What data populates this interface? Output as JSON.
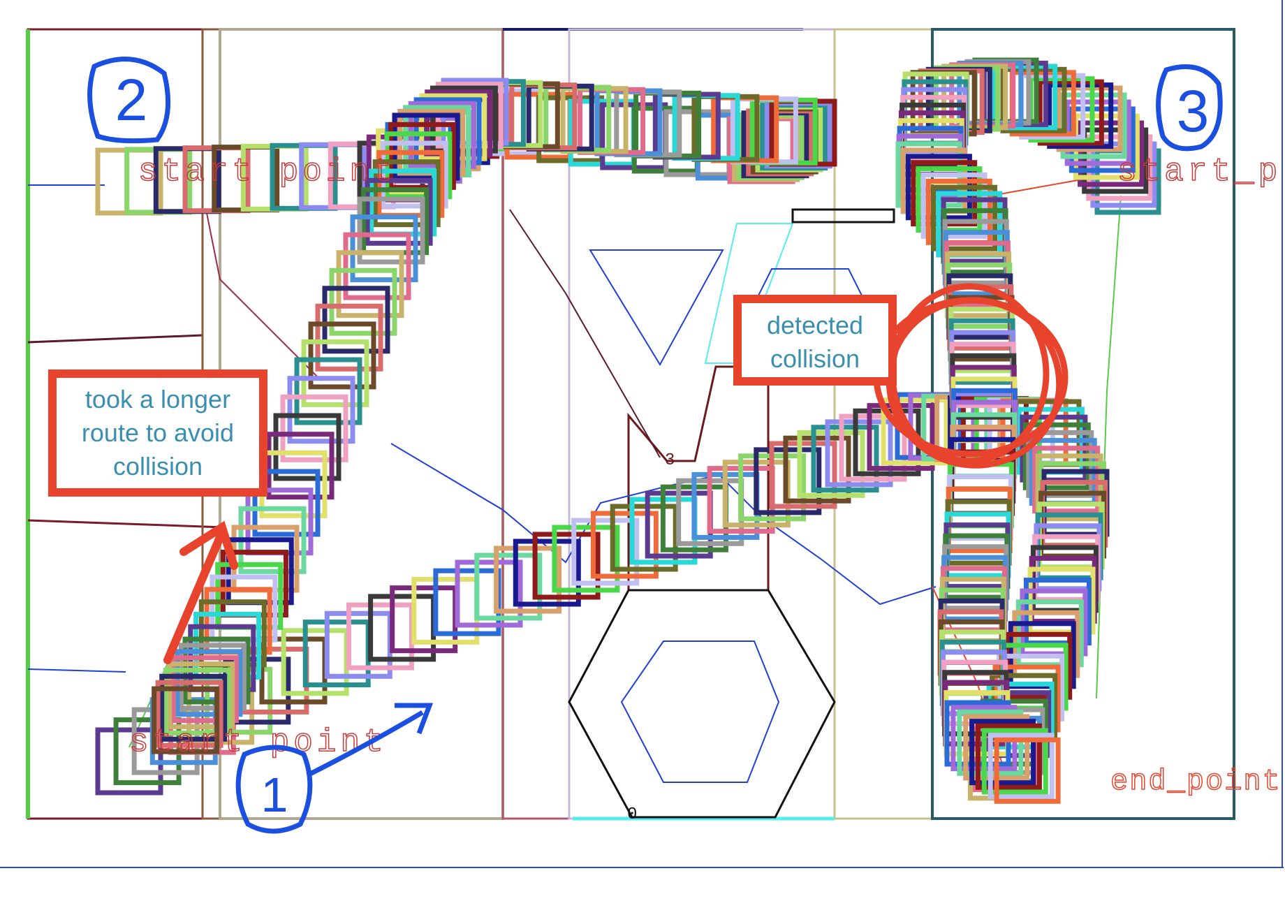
{
  "labels": {
    "start_point_left": "start point",
    "start_point_bottom": "start point",
    "start_point_right": "start_p",
    "end_point": "end_point"
  },
  "annotations": {
    "label_2": "2",
    "label_3": "3",
    "label_1": "1",
    "note_longer_route_line1": "took a longer",
    "note_longer_route_line2": "route to avoid",
    "note_longer_route_line3": "collision",
    "note_detected_line1": "detected",
    "note_detected_line2": "collision"
  },
  "vertex_labels": {
    "v3": "3",
    "v0": "0"
  },
  "colors": {
    "annotation_red": "#e8432d",
    "annotation_blue": "#1a4fe0",
    "note_text": "#3a8fb0",
    "path_blue": "#1f3fd8",
    "label_red": "#c83a3a"
  },
  "palette": [
    "#5b3b8f",
    "#3e7f3a",
    "#9a9a9a",
    "#4a8fd8",
    "#e06b8c",
    "#c9b36b",
    "#8bd66b",
    "#2a2a6b",
    "#d86b6b",
    "#6b4a2a",
    "#b5e06b",
    "#2a8f8f",
    "#8c8cf0",
    "#f0a0c0",
    "#3a3a3a",
    "#7a2a7a",
    "#e0e06b",
    "#2a6bd8",
    "#a06bd8",
    "#6bd8a0",
    "#d8a06b",
    "#1a1a8f",
    "#8f1a1a",
    "#4ad84a",
    "#c0c0f0",
    "#f06b3a",
    "#6b6b2a",
    "#2ad8d8"
  ]
}
